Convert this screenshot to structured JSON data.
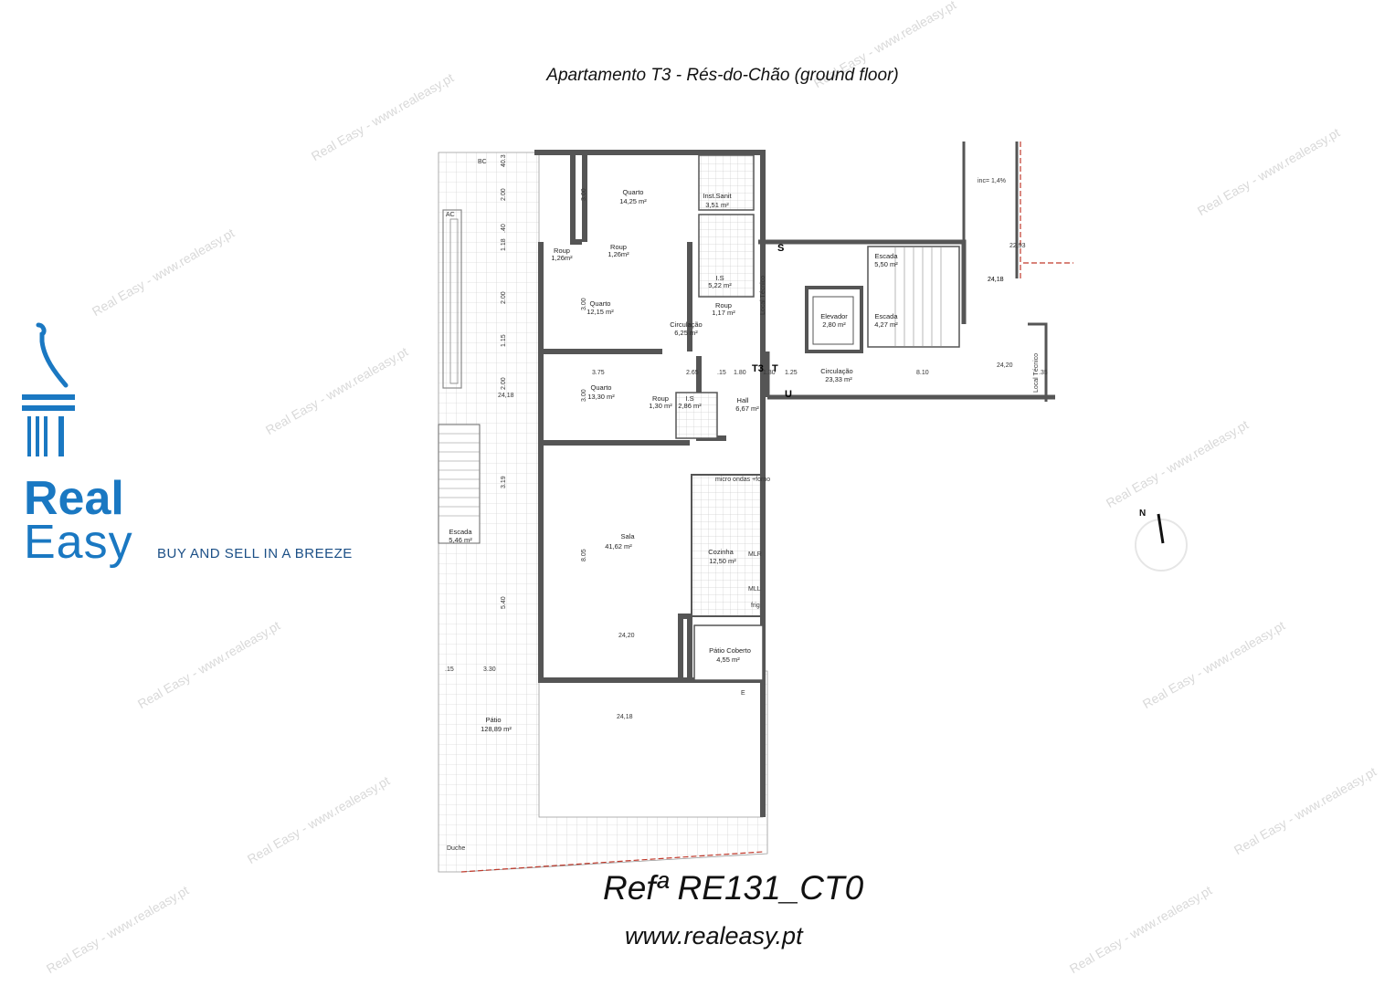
{
  "header": {
    "title": "Apartamento T3 - Rés-do-Chão (ground floor)"
  },
  "footer": {
    "reference": "Refª RE131_CT0",
    "website": "www.realeasy.pt"
  },
  "brand": {
    "word1": "Real",
    "word2": "Easy",
    "tagline": "BUY AND SELL IN A BREEZE",
    "color": "#1a78c2",
    "tagline_color": "#1b4f86"
  },
  "watermark": "Real Easy - www.realeasy.pt",
  "compass": {
    "label": "N"
  },
  "plan": {
    "rooms": [
      {
        "name": "Quarto",
        "area": "14,25 m²"
      },
      {
        "name": "Inst.Sanit",
        "area": "3,51 m²"
      },
      {
        "name": "Roup",
        "area": "1,26m²"
      },
      {
        "name": "Roup",
        "area": "1,26m²"
      },
      {
        "name": "I.S",
        "area": "5,22 m²"
      },
      {
        "name": "Roup",
        "area": "1,17 m²"
      },
      {
        "name": "Quarto",
        "area": "12,15 m²"
      },
      {
        "name": "Circulação",
        "area": "6,25 m²"
      },
      {
        "name": "Quarto",
        "area": "13,30 m²"
      },
      {
        "name": "Roup",
        "area": "1,30 m²"
      },
      {
        "name": "I.S",
        "area": "2,86 m²"
      },
      {
        "name": "Hall",
        "area": "6,67 m²"
      },
      {
        "name": "Sala",
        "area": "41,62 m²"
      },
      {
        "name": "Cozinha",
        "area": "12,50 m²"
      },
      {
        "name": "Pátio Coberto",
        "area": "4,55 m²"
      },
      {
        "name": "Pátio",
        "area": "128,89 m²"
      },
      {
        "name": "Escada",
        "area": "5,46 m²"
      },
      {
        "name": "Escada",
        "area": "5,50 m²"
      },
      {
        "name": "Elevador",
        "area": "2,80 m²"
      },
      {
        "name": "Escada",
        "area": "4,27 m²"
      },
      {
        "name": "Circulação",
        "area": "23,33 m²"
      }
    ],
    "markers": [
      "BC",
      "AC",
      "S",
      "T3",
      "T",
      "U",
      "E",
      "Duche",
      "Local Técnico",
      "Local Técnico"
    ],
    "levels": [
      "24,18",
      "24,18",
      "24,20",
      "24,18",
      "24,20",
      "24,18",
      "22,93"
    ],
    "note": "inc= 1,4%",
    "dims": [
      "3.75",
      "2.65",
      ".15",
      "1.80",
      "1.30",
      "1.25",
      "8.10",
      ".35",
      "3.00",
      "3.00",
      "3.00",
      "2.00",
      "2.00",
      "2.00",
      "8.05",
      "3.19",
      "5.40",
      "3.30",
      ".15",
      "1.15",
      "1.18",
      ".40",
      "40.3"
    ],
    "appliances": [
      "micro ondas +forno",
      "MLR",
      "MLL",
      "frig"
    ]
  }
}
